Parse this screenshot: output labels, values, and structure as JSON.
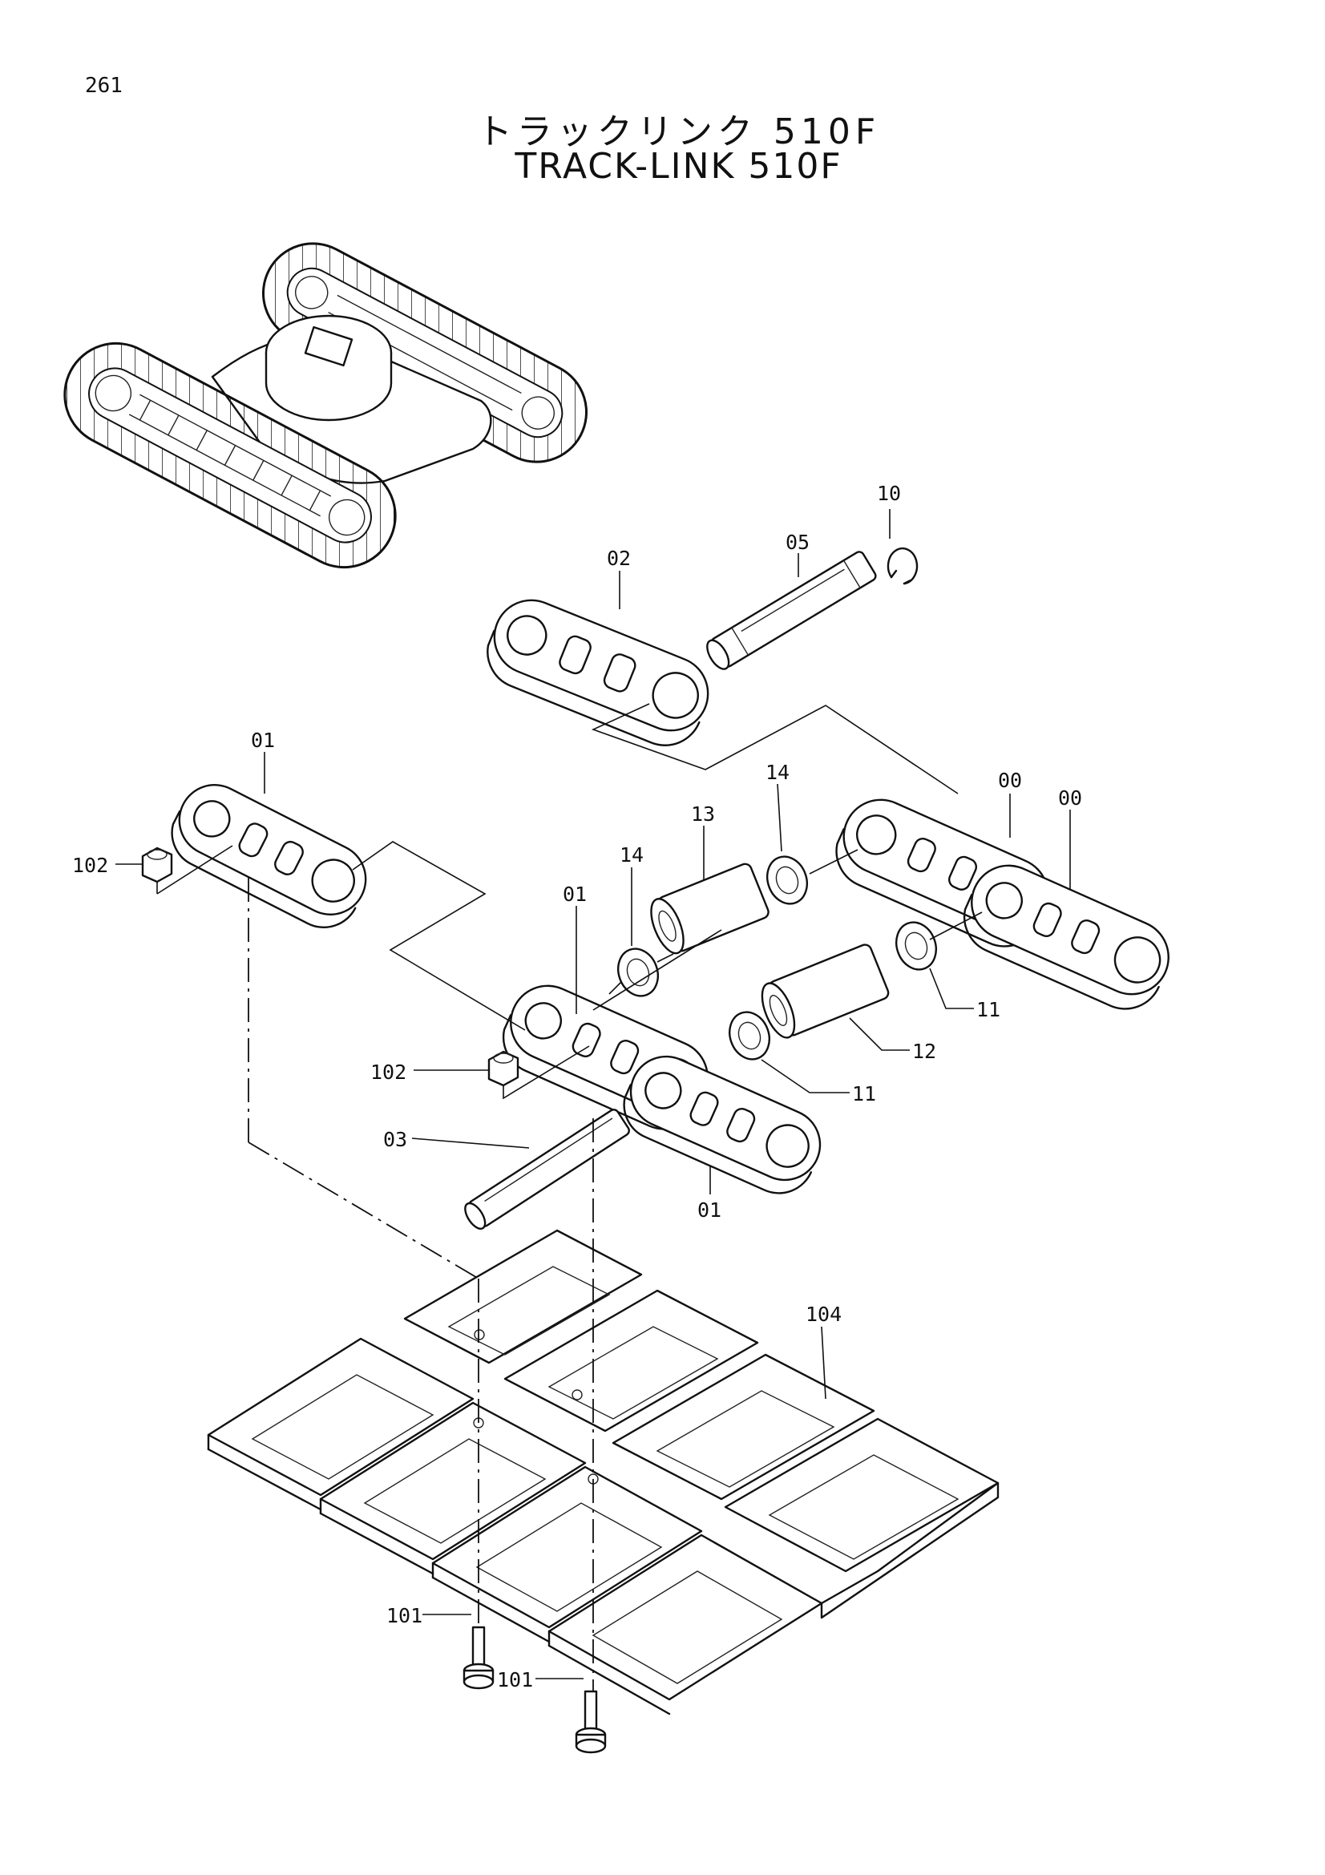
{
  "page": {
    "number": "261"
  },
  "title": {
    "japanese": "トラックリンク 510F",
    "english": "TRACK-LINK 510F"
  },
  "callouts": [
    {
      "id": "c10",
      "text": "10"
    },
    {
      "id": "c05",
      "text": "05"
    },
    {
      "id": "c02",
      "text": "02"
    },
    {
      "id": "c01a",
      "text": "01"
    },
    {
      "id": "c102a",
      "text": "102"
    },
    {
      "id": "c14a",
      "text": "14"
    },
    {
      "id": "c13",
      "text": "13"
    },
    {
      "id": "c00a",
      "text": "00"
    },
    {
      "id": "c00b",
      "text": "00"
    },
    {
      "id": "c01b",
      "text": "01"
    },
    {
      "id": "c14b",
      "text": "14"
    },
    {
      "id": "c11a",
      "text": "11"
    },
    {
      "id": "c12",
      "text": "12"
    },
    {
      "id": "c102b",
      "text": "102"
    },
    {
      "id": "c11b",
      "text": "11"
    },
    {
      "id": "c03",
      "text": "03"
    },
    {
      "id": "c01c",
      "text": "01"
    },
    {
      "id": "c104",
      "text": "104"
    },
    {
      "id": "c101a",
      "text": "101"
    },
    {
      "id": "c101b",
      "text": "101"
    }
  ]
}
